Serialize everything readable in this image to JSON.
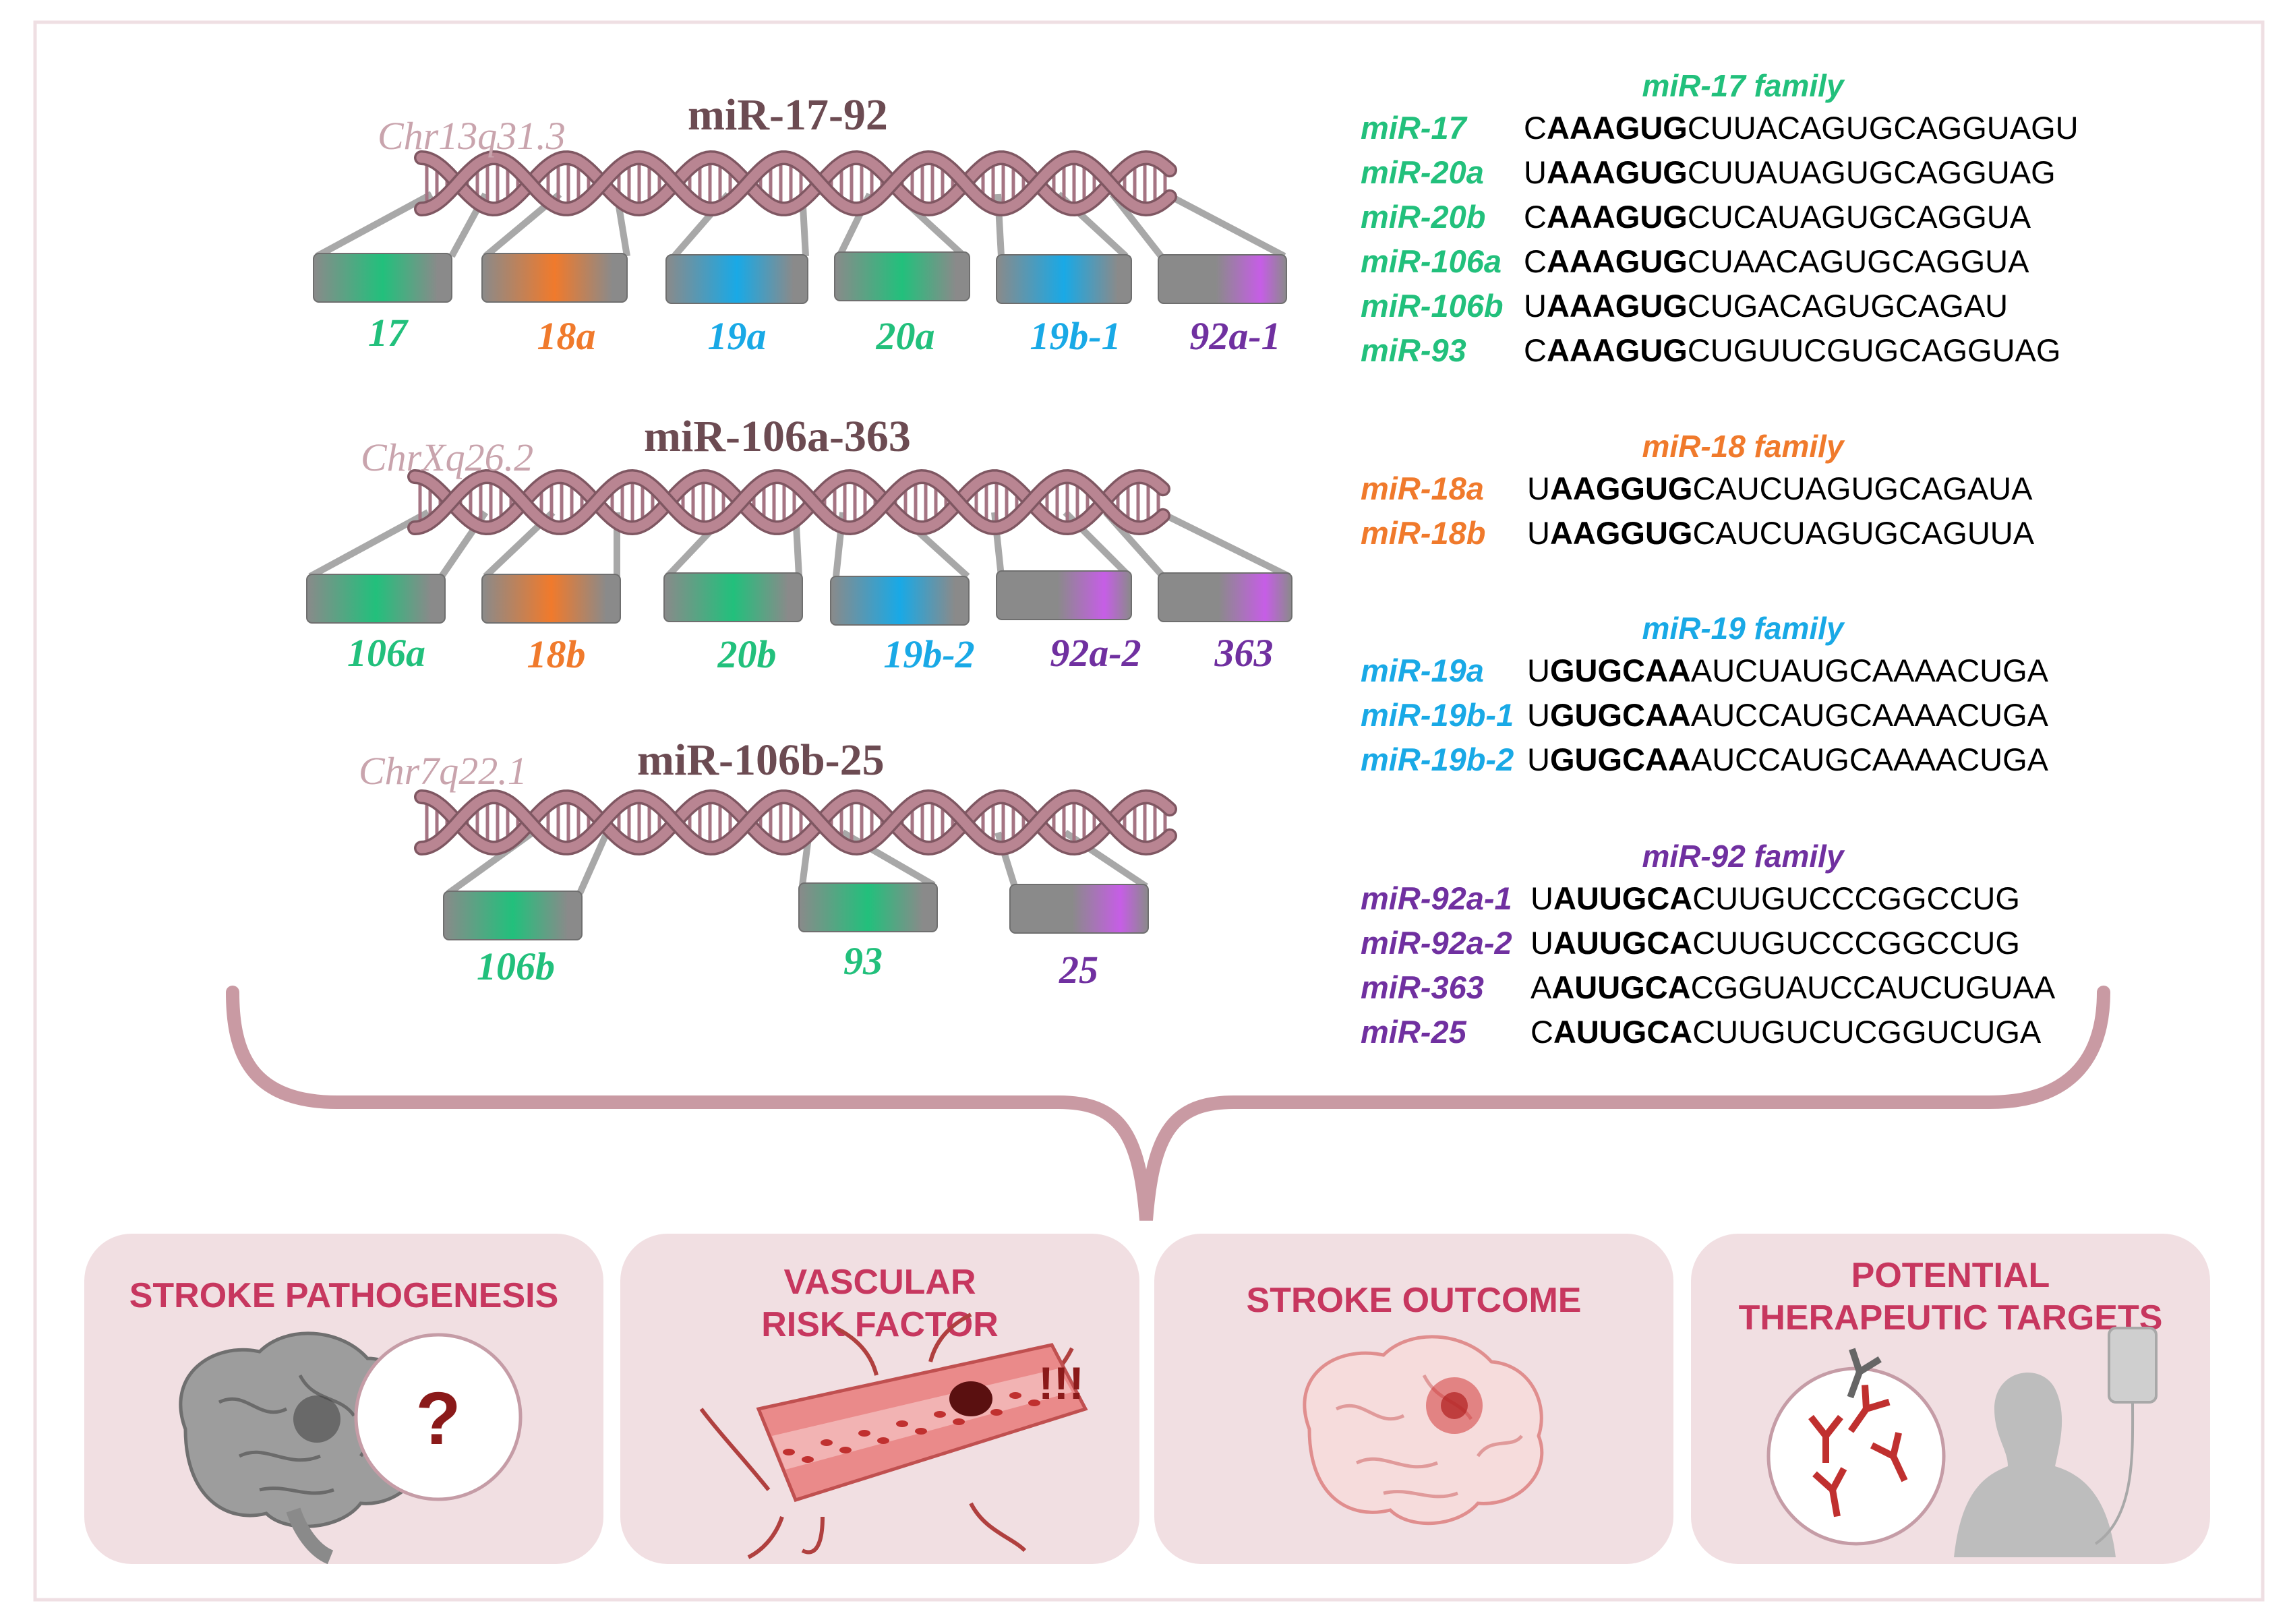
{
  "colors": {
    "mir17": "#22c07c",
    "mir18": "#f07a2c",
    "mir19": "#19a9e6",
    "mir92": "#7030a0",
    "panel_title": "#c7375f",
    "panel_bg": "#f1dfe2",
    "brace": "#c99aa3",
    "dna": "#b98592",
    "chr_label": "#c9a4ad",
    "cluster_title": "#6c4b52",
    "connector": "#a8a8a8",
    "gene_gray": "#8e8e8e"
  },
  "clusters": [
    {
      "chromosome": "Chr13q31.3",
      "title": "miR-17-92",
      "genes": [
        {
          "label": "17",
          "family": "mir17"
        },
        {
          "label": "18a",
          "family": "mir18"
        },
        {
          "label": "19a",
          "family": "mir19"
        },
        {
          "label": "20a",
          "family": "mir17"
        },
        {
          "label": "19b-1",
          "family": "mir19"
        },
        {
          "label": "92a-1",
          "family": "mir92"
        }
      ]
    },
    {
      "chromosome": "ChrXq26.2",
      "title": "miR-106a-363",
      "genes": [
        {
          "label": "106a",
          "family": "mir17"
        },
        {
          "label": "18b",
          "family": "mir18"
        },
        {
          "label": "20b",
          "family": "mir17"
        },
        {
          "label": "19b-2",
          "family": "mir19"
        },
        {
          "label": "92a-2",
          "family": "mir92"
        },
        {
          "label": "363",
          "family": "mir92"
        }
      ]
    },
    {
      "chromosome": "Chr7q22.1",
      "title": "miR-106b-25",
      "genes": [
        {
          "label": "106b",
          "family": "mir17"
        },
        {
          "label": "93",
          "family": "mir17"
        },
        {
          "label": "25",
          "family": "mir92"
        }
      ]
    }
  ],
  "families": [
    {
      "title": "miR-17 family",
      "color_key": "mir17",
      "members": [
        {
          "name": "miR-17",
          "pre": "C",
          "seed": "AAAGUG",
          "post": "CUUACAGUGCAGGUAGU"
        },
        {
          "name": "miR-20a",
          "pre": "U",
          "seed": "AAAGUG",
          "post": "CUUAUAGUGCAGGUAG"
        },
        {
          "name": "miR-20b",
          "pre": "C",
          "seed": "AAAGUG",
          "post": "CUCAUAGUGCAGGUA"
        },
        {
          "name": "miR-106a",
          "pre": "C",
          "seed": "AAAGUG",
          "post": "CUAACAGUGCAGGUA"
        },
        {
          "name": "miR-106b",
          "pre": "U",
          "seed": "AAAGUG",
          "post": "CUGACAGUGCAGAU"
        },
        {
          "name": "miR-93",
          "pre": "C",
          "seed": "AAAGUG",
          "post": "CUGUUCGUGCAGGUAG"
        }
      ]
    },
    {
      "title": "miR-18 family",
      "color_key": "mir18",
      "members": [
        {
          "name": "miR-18a",
          "pre": "U",
          "seed": "AAGGUG",
          "post": "CAUCUAGUGCAGAUA"
        },
        {
          "name": "miR-18b",
          "pre": "U",
          "seed": "AAGGUG",
          "post": "CAUCUAGUGCAGUUA"
        }
      ]
    },
    {
      "title": "miR-19 family",
      "color_key": "mir19",
      "members": [
        {
          "name": "miR-19a",
          "pre": "U",
          "seed": "GUGCAA",
          "post": "AUCUAUGCAAAACUGA"
        },
        {
          "name": "miR-19b-1",
          "pre": "U",
          "seed": "GUGCAA",
          "post": "AUCCAUGCAAAACUGA"
        },
        {
          "name": "miR-19b-2",
          "pre": "U",
          "seed": "GUGCAA",
          "post": "AUCCAUGCAAAACUGA"
        }
      ]
    },
    {
      "title": "miR-92 family",
      "color_key": "mir92",
      "members": [
        {
          "name": "miR-92a-1",
          "pre": "U",
          "seed": "AUUGCA",
          "post": "CUUGUCCCGGCCUG"
        },
        {
          "name": "miR-92a-2",
          "pre": "U",
          "seed": "AUUGCA",
          "post": "CUUGUCCCGGCCUG"
        },
        {
          "name": "miR-363",
          "pre": "A",
          "seed": "AUUGCA",
          "post": "CGGUAUCCAUCUGUAA"
        },
        {
          "name": "miR-25",
          "pre": "C",
          "seed": "AUUGCA",
          "post": "CUUGUCUCGGUCUGA"
        }
      ]
    }
  ],
  "panels": [
    {
      "title_lines": [
        "STROKE PATHOGENESIS"
      ],
      "icon": "brain-question-icon",
      "mark": "?"
    },
    {
      "title_lines": [
        "VASCULAR",
        "RISK FACTOR"
      ],
      "icon": "blood-vessel-clot-icon",
      "mark": "!!!"
    },
    {
      "title_lines": [
        "STROKE OUTCOME"
      ],
      "icon": "brain-lesion-icon"
    },
    {
      "title_lines": [
        "POTENTIAL",
        "THERAPEUTIC TARGETS"
      ],
      "icon": "antibody-patient-iv-icon"
    }
  ]
}
